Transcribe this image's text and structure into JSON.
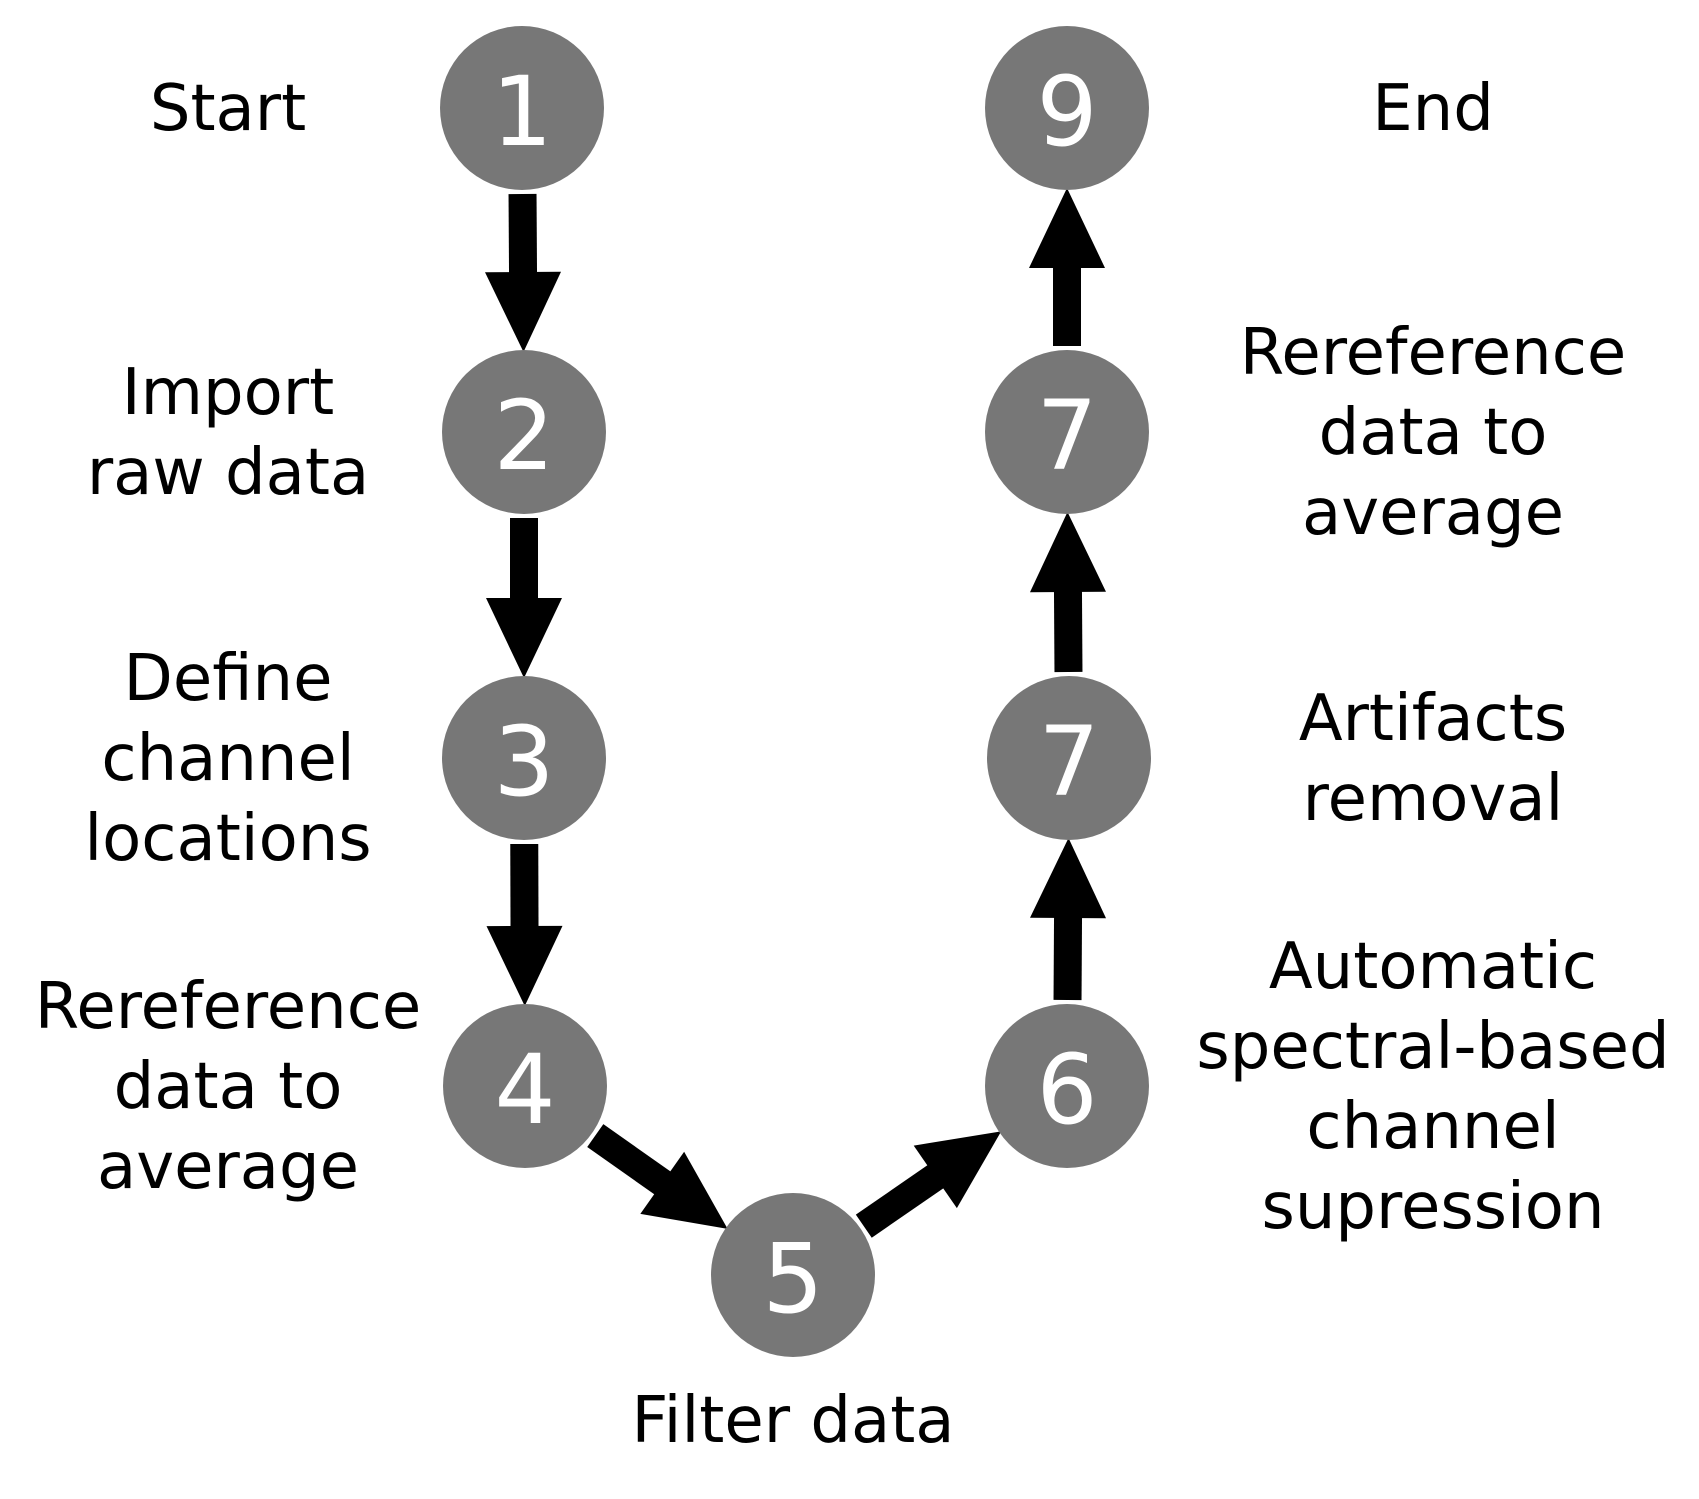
{
  "steps": [
    {
      "number": "1",
      "label": [
        "Start"
      ]
    },
    {
      "number": "2",
      "label": [
        "Import",
        "raw data"
      ]
    },
    {
      "number": "3",
      "label": [
        "Define",
        "channel",
        "locations"
      ]
    },
    {
      "number": "4",
      "label": [
        "Rereference",
        "data to",
        "average"
      ]
    },
    {
      "number": "5",
      "label": [
        "Filter data"
      ]
    },
    {
      "number": "6",
      "label": [
        "Automatic",
        "spectral-based",
        "channel",
        "supression"
      ]
    },
    {
      "number": "7",
      "label": [
        "Artifacts",
        "removal"
      ]
    },
    {
      "number": "7",
      "label": [
        "Rereference",
        "data to",
        "average"
      ]
    },
    {
      "number": "9",
      "label": [
        "End"
      ]
    }
  ],
  "colors": {
    "node_fill": "#777777",
    "node_text": "#ffffff",
    "arrow": "#000000",
    "label_text": "#000000"
  }
}
